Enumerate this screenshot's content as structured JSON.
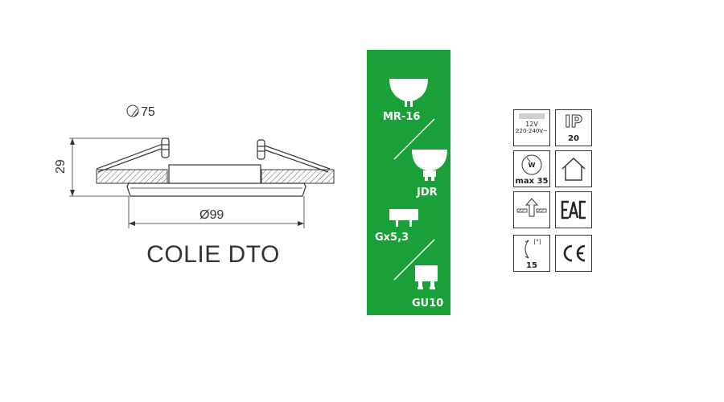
{
  "drawing": {
    "cutout": "75",
    "height": "29",
    "diameter": "Ø99"
  },
  "product": {
    "name": "COLIE DTO"
  },
  "lamps": [
    {
      "label": "MR-16"
    },
    {
      "label": "JDR"
    },
    {
      "label": "Gx5,3"
    },
    {
      "label": "GU10"
    }
  ],
  "badges": {
    "voltage_low": "12V",
    "voltage_high": "220-240V~",
    "ip_letters": "IP",
    "ip_rating": "20",
    "wattage_symbol": "W",
    "wattage": "max 35",
    "tilt_unit": "[°]",
    "tilt": "15"
  },
  "colors": {
    "panel": "#1aa038",
    "line": "#333333"
  }
}
